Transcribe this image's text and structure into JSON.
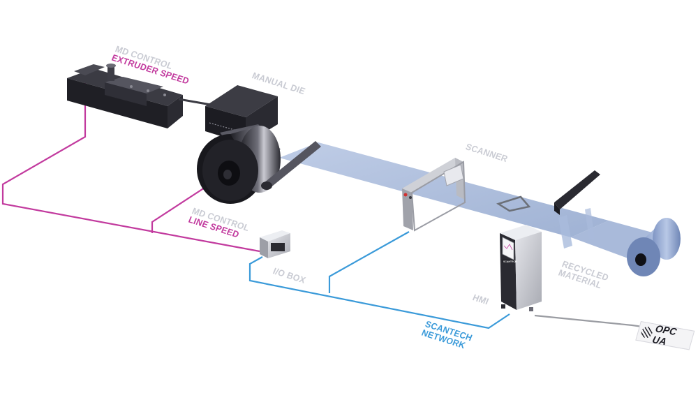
{
  "colors": {
    "magenta": "#c23a9e",
    "blue": "#3a9ad9",
    "label_grey": "#c9cbd3",
    "film": "#9fb3d6",
    "machine_dark": "#2a2a30",
    "signal_grey": "#9a9ca2"
  },
  "labels": {
    "md_control_extruder": {
      "line1": "MD CONTROL",
      "line2": "EXTRUDER SPEED"
    },
    "manual_die": "MANUAL DIE",
    "md_control_line": {
      "line1": "MD CONTROL",
      "line2": "LINE SPEED"
    },
    "scanner": "SCANNER",
    "io_box": "I/O BOX",
    "hmi": "HMI",
    "scantech_network": {
      "line1": "SCANTECH",
      "line2": "NETWORK"
    },
    "recycled_material": {
      "line1": "RECYCLED",
      "line2": "MATERIAL"
    },
    "hmi_brand": "SCANTECH",
    "opc_ua": "OPC UA"
  },
  "icons": {
    "opc_logo": "opc-ua-logo-icon",
    "extruder": "extruder-machine-icon",
    "die": "manual-die-icon",
    "chill_roll": "chill-roll-icon",
    "scanner": "scanner-frame-icon",
    "hmi": "hmi-cabinet-icon",
    "io_box": "io-box-icon",
    "winder": "winder-roll-icon",
    "trim": "edge-trim-icon"
  }
}
